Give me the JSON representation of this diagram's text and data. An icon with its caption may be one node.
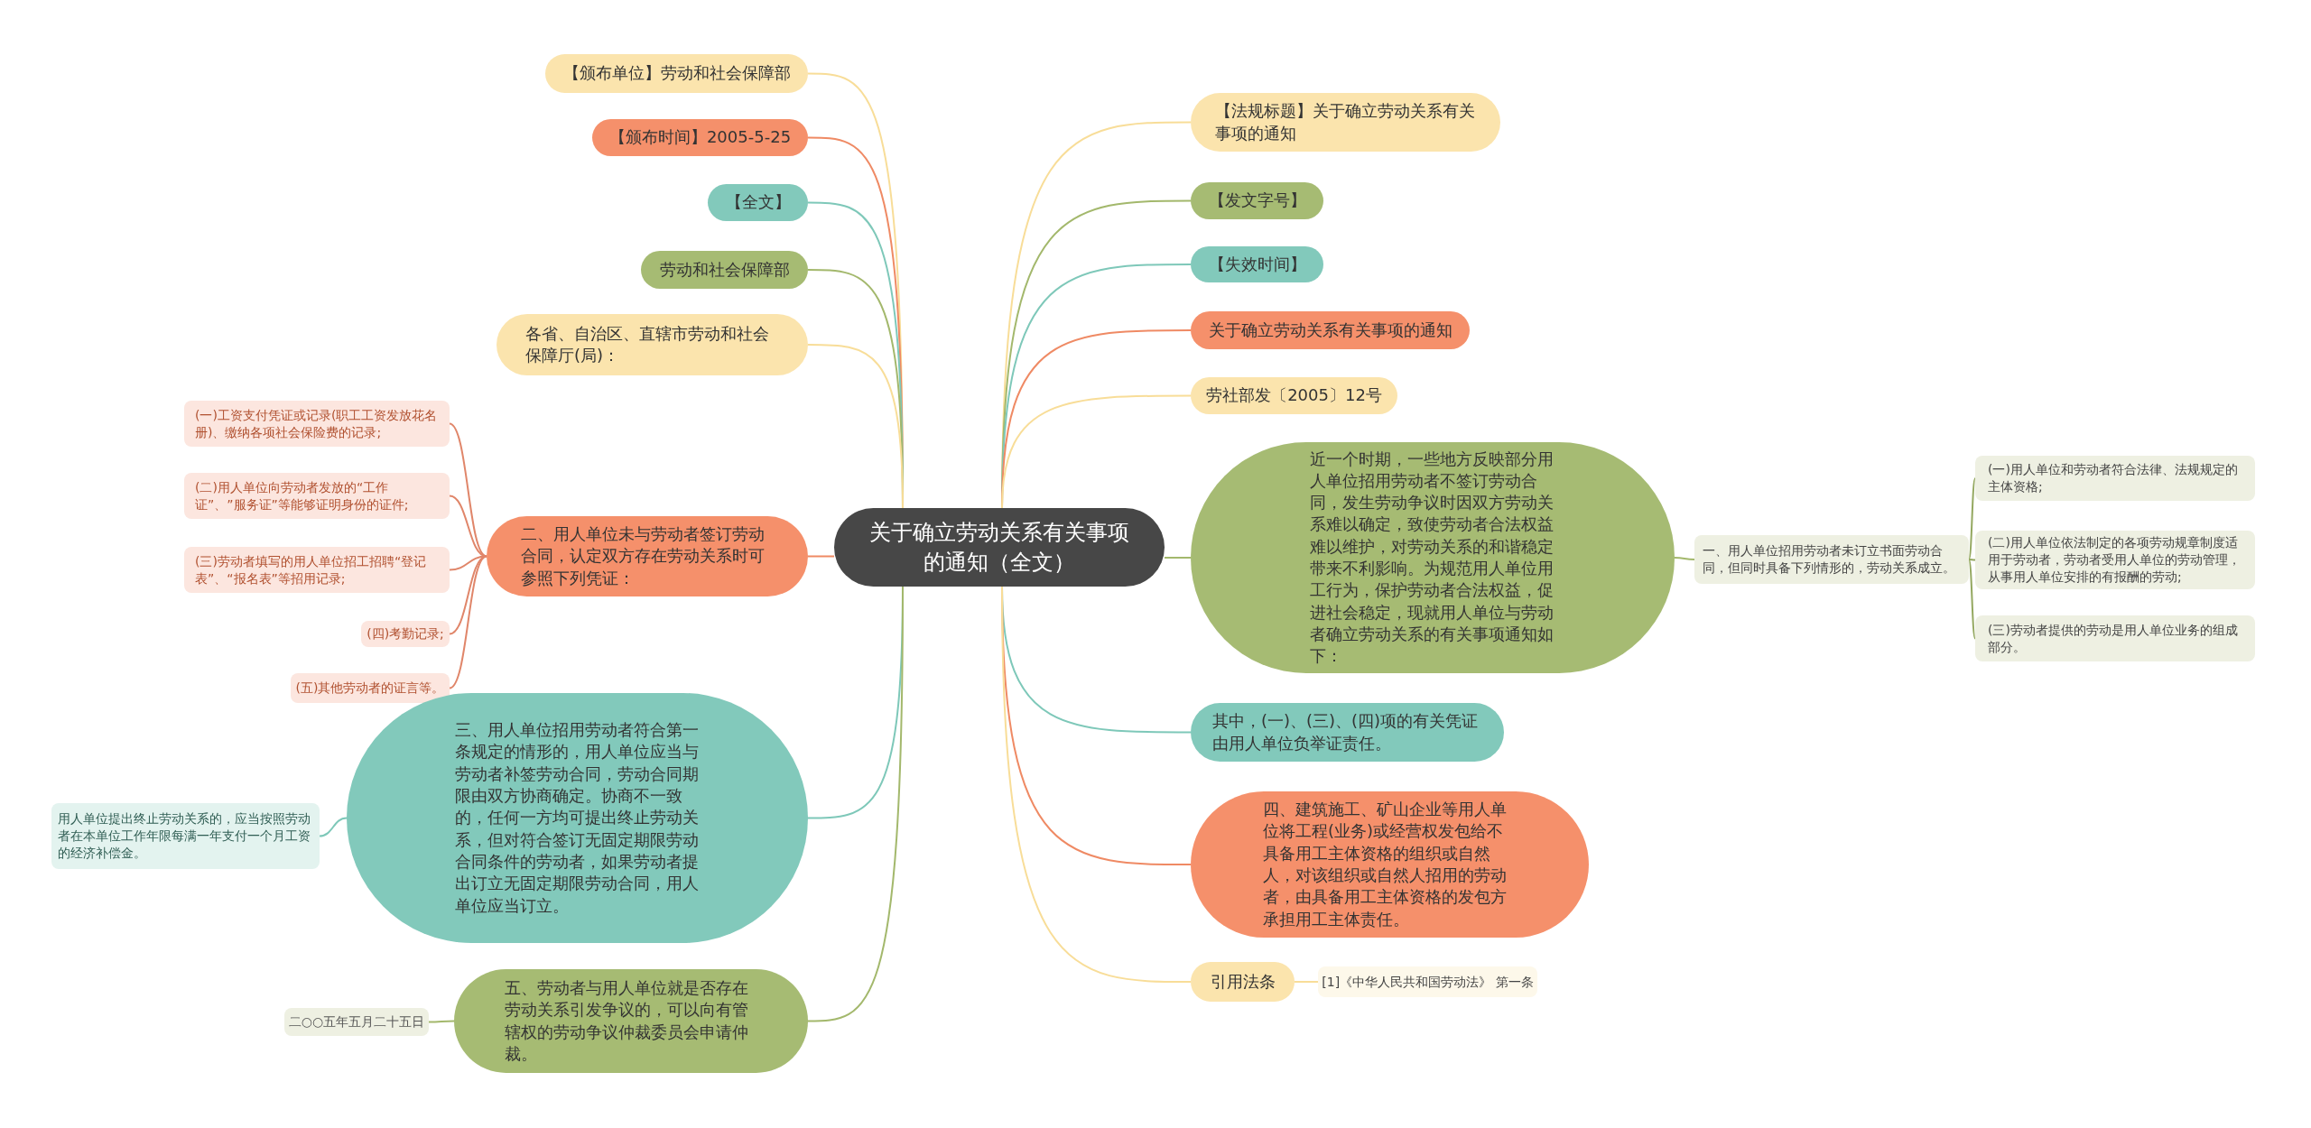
{
  "diagram": {
    "nodes": [
      {
        "text": [
          "关于确立劳动关系有关事项的通知（全文）"
        ]
      },
      {
        "text": [
          "【颁布单位】劳动和社会保障部"
        ]
      },
      {
        "text": [
          "【颁布时间】2005-5-25"
        ]
      },
      {
        "text": [
          "【全文】"
        ]
      },
      {
        "text": [
          "劳动和社会保障部"
        ]
      },
      {
        "text": [
          "各省、自治区、直辖市劳动和社会保障厅(局)："
        ]
      },
      {
        "text": [
          "二、用人单位未与劳动者签订劳动合同，认定双方存在劳动关系时可参照下列凭证："
        ]
      },
      {
        "text": [
          "(一)工资支付凭证或记录(职工工资发放花名册)、缴纳各项社会保险费的记录;"
        ]
      },
      {
        "text": [
          "(二)用人单位向劳动者发放的“工作证”、”服务证”等能够证明身份的证件;"
        ]
      },
      {
        "text": [
          "(三)劳动者填写的用人单位招工招聘“登记表”、“报名表”等招用记录;"
        ]
      },
      {
        "text": [
          "(四)考勤记录;"
        ]
      },
      {
        "text": [
          "(五)其他劳动者的证言等。"
        ]
      },
      {
        "text": [
          "三、用人单位招用劳动者符合第一条规定的情形的，用人单位应当与劳动者补签劳动合同，劳动合同期限由双方协商确定。协商不一致的，任何一方均可提出终止劳动关系，但对符合签订无固定期限劳动合同条件的劳动者，如果劳动者提出订立无固定期限劳动合同，用人单位应当订立。"
        ]
      },
      {
        "text": [
          "用人单位提出终止劳动关系的，应当按照劳动者在本单位工作年限每满一年支付一个月工资的经济补偿金。"
        ]
      },
      {
        "text": [
          "五、劳动者与用人单位就是否存在劳动关系引发争议的，可以向有管辖权的劳动争议仲裁委员会申请仲裁。"
        ]
      },
      {
        "text": [
          "二○○五年五月二十五日"
        ]
      },
      {
        "text": [
          "【法规标题】关于确立劳动关系有关事项的通知"
        ]
      },
      {
        "text": [
          "【发文字号】"
        ]
      },
      {
        "text": [
          "【失效时间】"
        ]
      },
      {
        "text": [
          "关于确立劳动关系有关事项的通知"
        ]
      },
      {
        "text": [
          "劳社部发〔2005〕12号"
        ]
      },
      {
        "text": [
          "近一个时期，一些地方反映部分用人单位招用劳动者不签订劳动合同，发生劳动争议时因双方劳动关系难以确定，致使劳动者合法权益难以维护，对劳动关系的和谐稳定带来不利影响。为规范用人单位用工行为，保护劳动者合法权益，促进社会稳定，现就用人单位与劳动者确立劳动关系的有关事项通知如下："
        ]
      },
      {
        "text": [
          "一、用人单位招用劳动者未订立书面劳动合同，但同时具备下列情形的，劳动关系成立。"
        ]
      },
      {
        "text": [
          "(一)用人单位和劳动者符合法律、法规规定的主体资格;"
        ]
      },
      {
        "text": [
          "(二)用人单位依法制定的各项劳动规章制度适用于劳动者，劳动者受用人单位的劳动管理，从事用人单位安排的有报酬的劳动;"
        ]
      },
      {
        "text": [
          "(三)劳动者提供的劳动是用人单位业务的组成部分。"
        ]
      },
      {
        "text": [
          "其中，(一)、(三)、(四)项的有关凭证由用人单位负举证责任。"
        ]
      },
      {
        "text": [
          "四、建筑施工、矿山企业等用人单位将工程(业务)或经营权发包给不具备用工主体资格的组织或自然人，对该组织或自然人招用的劳动者，由具备用工主体资格的发包方承担用工主体责任。"
        ]
      },
      {
        "text": [
          "引用法条"
        ]
      },
      {
        "text": [
          "[1]《中华人民共和国劳动法》 第一条"
        ]
      }
    ],
    "edges": [
      {
        "from": 0,
        "to": 1,
        "arrow": "none",
        "color": "#f8dd98"
      },
      {
        "from": 0,
        "to": 2,
        "arrow": "none",
        "color": "#ef8a64"
      },
      {
        "from": 0,
        "to": 3,
        "arrow": "none",
        "color": "#7ec8b9"
      },
      {
        "from": 0,
        "to": 4,
        "arrow": "none",
        "color": "#a3b86c"
      },
      {
        "from": 0,
        "to": 5,
        "arrow": "none",
        "color": "#f8dd98"
      },
      {
        "from": 0,
        "to": 6,
        "arrow": "none",
        "color": "#ef8a64"
      },
      {
        "from": 6,
        "to": 7,
        "arrow": "none",
        "color": "#e0866a"
      },
      {
        "from": 6,
        "to": 8,
        "arrow": "none",
        "color": "#e0866a"
      },
      {
        "from": 6,
        "to": 9,
        "arrow": "none",
        "color": "#e0866a"
      },
      {
        "from": 6,
        "to": 10,
        "arrow": "none",
        "color": "#e0866a"
      },
      {
        "from": 6,
        "to": 11,
        "arrow": "none",
        "color": "#e0866a"
      },
      {
        "from": 0,
        "to": 12,
        "arrow": "none",
        "color": "#7ec8b9"
      },
      {
        "from": 12,
        "to": 13,
        "arrow": "none",
        "color": "#7ec8b9"
      },
      {
        "from": 0,
        "to": 14,
        "arrow": "none",
        "color": "#a3b86c"
      },
      {
        "from": 14,
        "to": 15,
        "arrow": "none",
        "color": "#a3b86c"
      },
      {
        "from": 0,
        "to": 16,
        "arrow": "none",
        "color": "#f8dd98"
      },
      {
        "from": 0,
        "to": 17,
        "arrow": "none",
        "color": "#a3b86c"
      },
      {
        "from": 0,
        "to": 18,
        "arrow": "none",
        "color": "#7ec8b9"
      },
      {
        "from": 0,
        "to": 19,
        "arrow": "none",
        "color": "#ef8a64"
      },
      {
        "from": 0,
        "to": 20,
        "arrow": "none",
        "color": "#f8dd98"
      },
      {
        "from": 0,
        "to": 21,
        "arrow": "none",
        "color": "#a3b86c"
      },
      {
        "from": 21,
        "to": 22,
        "arrow": "none",
        "color": "#a3b86c"
      },
      {
        "from": 22,
        "to": 23,
        "arrow": "none",
        "color": "#94a860"
      },
      {
        "from": 22,
        "to": 24,
        "arrow": "none",
        "color": "#94a860"
      },
      {
        "from": 22,
        "to": 25,
        "arrow": "none",
        "color": "#94a860"
      },
      {
        "from": 0,
        "to": 26,
        "arrow": "none",
        "color": "#7ec8b9"
      },
      {
        "from": 0,
        "to": 27,
        "arrow": "none",
        "color": "#ef8a64"
      },
      {
        "from": 0,
        "to": 28,
        "arrow": "none",
        "color": "#f8dd98"
      },
      {
        "from": 28,
        "to": 29,
        "arrow": "none",
        "color": "#f8dd98"
      }
    ]
  }
}
